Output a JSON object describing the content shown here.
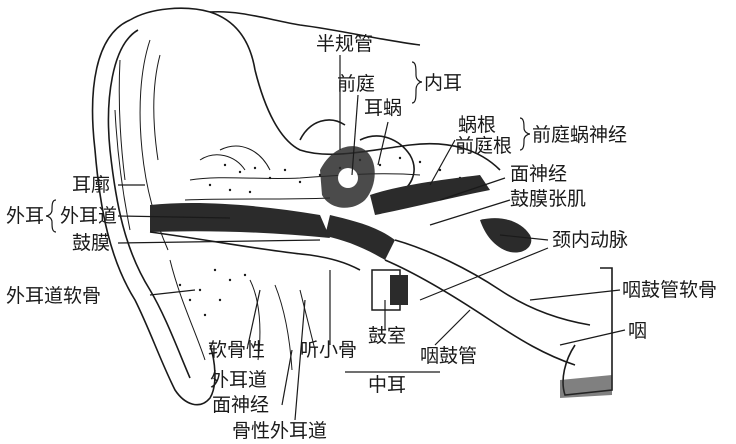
{
  "labels": {
    "semicircular_canals": "半规管",
    "vestibule": "前庭",
    "cochlea": "耳蜗",
    "inner_ear": "内耳",
    "cochlear_root": "蜗根",
    "vestibular_root": "前庭根",
    "vestibulocochlear_nerve": "前庭蜗神经",
    "facial_nerve_right": "面神经",
    "tensor_tympani": "鼓膜张肌",
    "internal_carotid": "颈内动脉",
    "auricle": "耳廓",
    "outer_ear": "外耳",
    "external_canal": "外耳道",
    "eardrum": "鼓膜",
    "canal_cartilage": "外耳道软骨",
    "eustachian_cartilage": "咽鼓管软骨",
    "pharynx": "咽",
    "cartilaginous_canal_1": "软骨性",
    "cartilaginous_canal_2": "外耳道",
    "ossicles": "听小骨",
    "tympanic_cavity": "鼓室",
    "eustachian_tube": "咽鼓管",
    "middle_ear": "中耳",
    "facial_nerve_bottom": "面神经",
    "bony_canal": "骨性外耳道"
  }
}
